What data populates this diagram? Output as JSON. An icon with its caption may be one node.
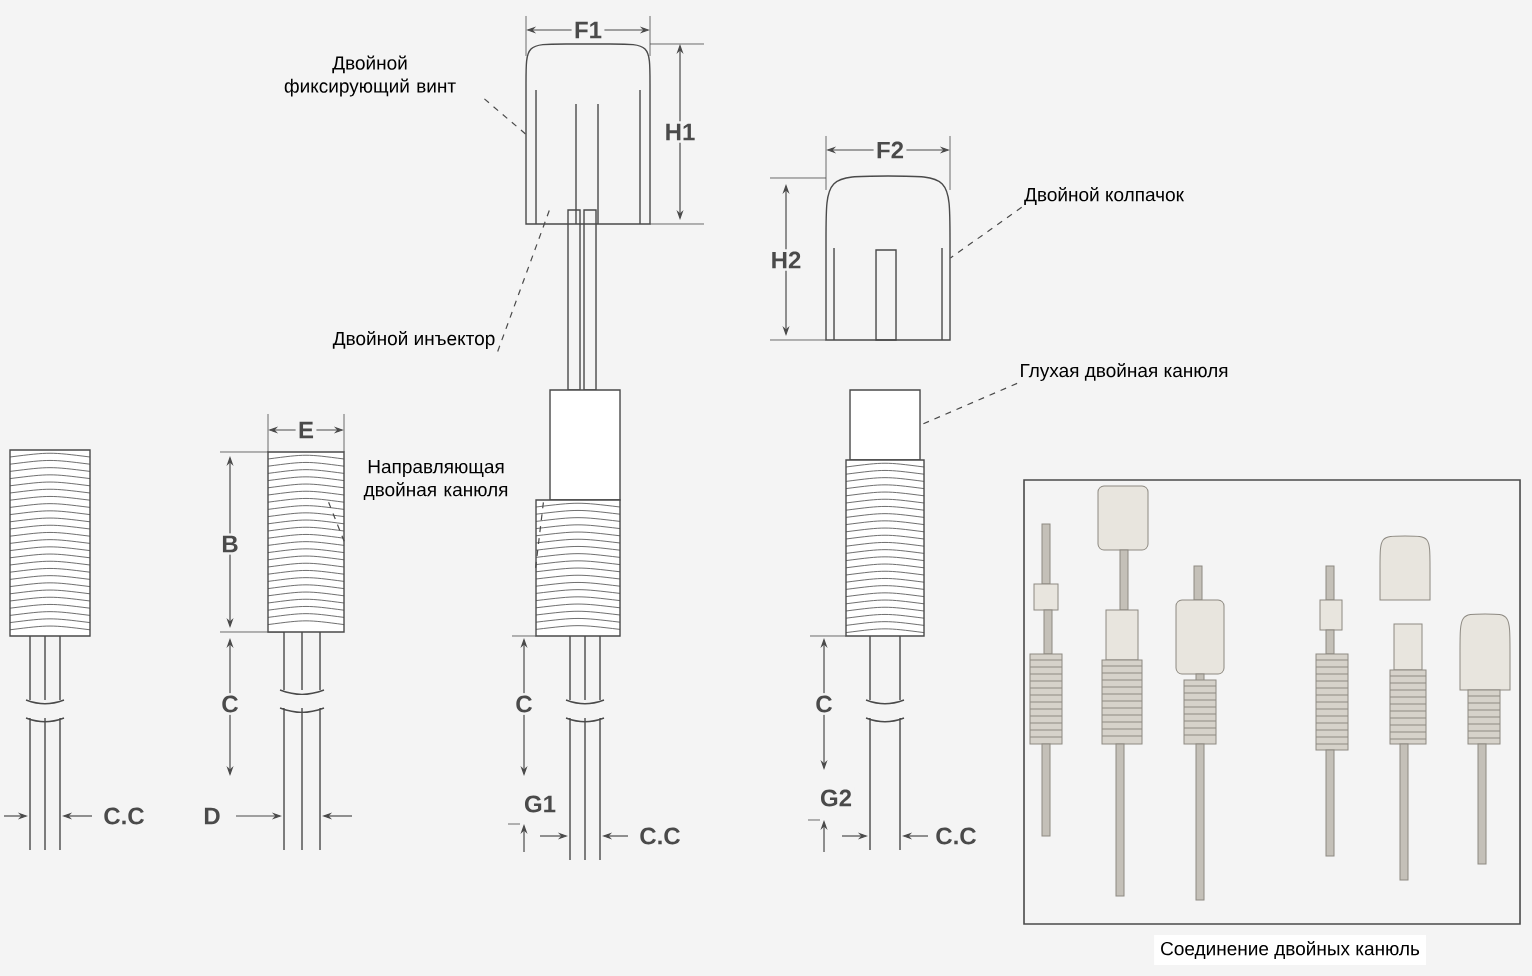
{
  "diagram": {
    "nodes": [
      {
        "text": [
          "Двойной фиксирующий винт"
        ]
      },
      {
        "text": [],
        "shape": "picture"
      },
      {
        "text": [
          "Двойной колпачок"
        ]
      },
      {
        "text": [],
        "shape": "picture"
      },
      {
        "text": [
          "Двойной инъектор"
        ]
      },
      {
        "text": [],
        "shape": "picture"
      },
      {
        "text": [
          "Направляющая двойная канюля"
        ]
      },
      {
        "text": [],
        "shape": "picture"
      },
      {
        "text": [],
        "shape": "picture"
      },
      {
        "text": [
          "Глухая двойная канюля"
        ]
      },
      {
        "text": [],
        "shape": "picture"
      },
      {
        "text": [
          "Соединение двойных канюль"
        ]
      }
    ],
    "edges": [
      {
        "from": 0,
        "to": 1,
        "arrow": "none",
        "style": "dashed"
      },
      {
        "from": 2,
        "to": 3,
        "arrow": "none",
        "style": "dashed"
      },
      {
        "from": 4,
        "to": 5,
        "arrow": "none",
        "style": "dashed"
      },
      {
        "from": 6,
        "to": 7,
        "arrow": "none",
        "style": "dashed"
      },
      {
        "from": 6,
        "to": 8,
        "arrow": "none",
        "style": "dashed"
      },
      {
        "from": 9,
        "to": 10,
        "arrow": "none",
        "style": "dashed"
      }
    ],
    "labels": [
      "F1",
      "H1",
      "F2",
      "H2",
      "E",
      "B",
      "C",
      "C.C",
      "D",
      "C",
      "G1",
      "C.C",
      "C",
      "G2",
      "C.C"
    ]
  }
}
